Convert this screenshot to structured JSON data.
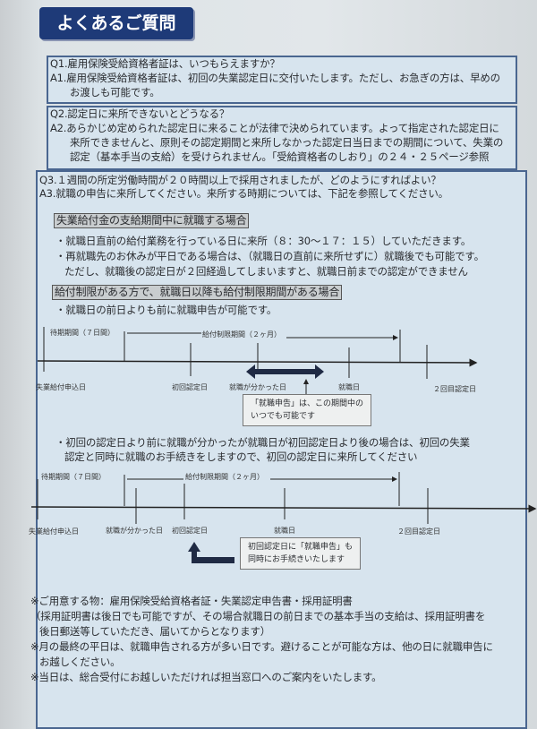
{
  "title": "よくあるご質問",
  "q1": {
    "q": "Q1.雇用保険受給資格者証は、いつもらえますか？",
    "a1": "A1.雇用保険受給資格者証は、初回の失業認定日に交付いたします。ただし、お急ぎの方は、早めの",
    "a2": "お渡しも可能です。"
  },
  "q2": {
    "q": "Q2.認定日に来所できないとどうなる？",
    "a1": "A2.あらかじめ定められた認定日に来ることが法律で決められています。よって指定された認定日に",
    "a2": "来所できませんと、原則その認定期間と来所しなかった認定日当日までの期間について、失業の",
    "a3": "認定（基本手当の支給）を受けられません。「受給資格者のしおり」の２４・２５ページ参照"
  },
  "q3": {
    "q": "Q3.１週間の所定労働時間が２０時間以上で採用されましたが、どのようにすればよい？",
    "a": "A3.就職の申告に来所してください。来所する時期については、下記を参照してください。",
    "heading1": "失業給付金の支給期間中に就職する場合",
    "b1": "・就職日直前の給付業務を行っている日に来所（８：30～１７：１５）していただきます。",
    "b2": "・再就職先のお休みが平日である場合は、（就職日の直前に来所せずに）就職後でも可能です。",
    "b2b": "ただし、就職後の認定日が２回経過してしまいますと、就職日前までの認定ができません",
    "heading2": "給付制限がある方で、就職日以降も給付制限期間がある場合",
    "b3": "・就職日の前日よりも前に就職申告が可能です。",
    "timeline1": {
      "waiting": "待期期間（７日間）",
      "restriction": "給付制限期間（２ヶ月）",
      "apply": "失業給付申込日",
      "first": "初回認定日",
      "known": "就職が分かった日",
      "job": "就職日",
      "second": "２回目認定日",
      "note1": "「就職申告」は、この期間中の",
      "note2": "いつでも可能です"
    },
    "b4": "・初回の認定日より前に就職が分かったが就職日が初回認定日より後の場合は、初回の失業",
    "b4b": "認定と同時に就職のお手続きをしますので、初回の認定日に来所してください",
    "timeline2": {
      "waiting": "待期期間（７日間）",
      "restriction": "給付制限期間（２ヶ月）",
      "apply": "失業給付申込日",
      "known": "就職が分かった日",
      "first": "初回認定日",
      "job": "就職日",
      "second": "２回目認定日",
      "note1": "初回認定日に「就職申告」も",
      "note2": "同時にお手続きいたします"
    },
    "n1": "※ご用意する物：雇用保険受給資格者証・失業認定申告書・採用証明書",
    "n2": "（採用証明書は後日でも可能ですが、その場合就職日の前日までの基本手当の支給は、採用証明書を",
    "n2b": "後日郵送等していただき、届いてからとなります）",
    "n3": "※月の最終の平日は、就職申告される方が多い日です。避けることが可能な方は、他の日に就職申告に",
    "n3b": "お越しください。",
    "n4": "※当日は、総合受付にお越しいただければ担当窓口へのご案内をいたします。"
  }
}
